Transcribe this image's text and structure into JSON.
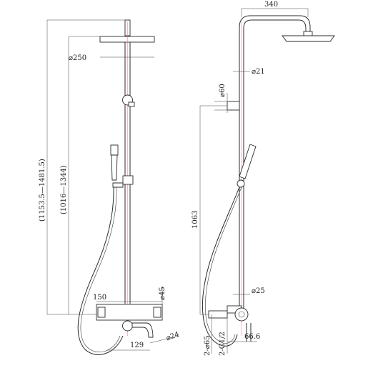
{
  "front_view": {
    "dia_250": "⌀250",
    "overall_height": "(1153.5—1481.5)",
    "adjust_height": "(1016—1344)",
    "width_150": "150",
    "dia_45": "⌀45",
    "spout_129": "129",
    "dia_24": "⌀24"
  },
  "side_view": {
    "depth_340": "340",
    "dia_21": "⌀21",
    "dia_60": "⌀60",
    "height_1063": "1063",
    "dia_25": "⌀25",
    "spacing_65": "2-⌀65",
    "thread_g12": "2-G1/2",
    "offset_666": "66.6"
  }
}
